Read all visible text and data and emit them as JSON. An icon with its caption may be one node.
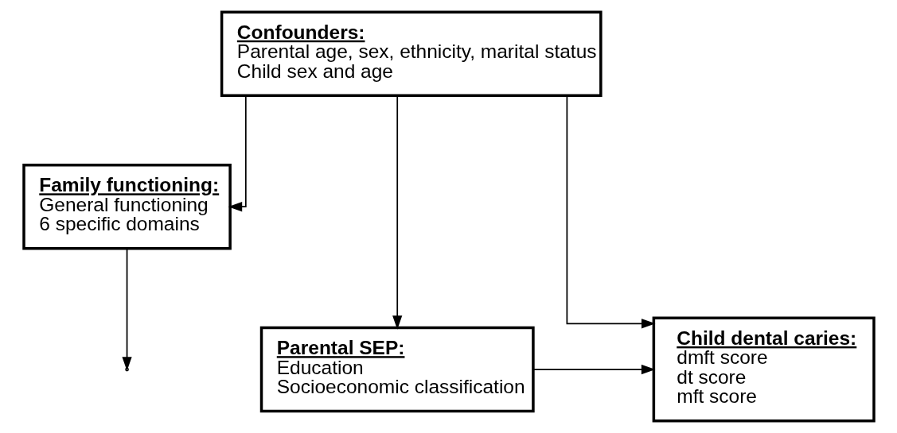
{
  "diagram": {
    "nodes": [
      {
        "text": [
          "Confounders:",
          "Parental age, sex, ethnicity, marital status",
          "Child sex and age"
        ]
      },
      {
        "text": [
          "Family functioning:",
          "General functioning",
          "6 specific domains"
        ]
      },
      {
        "text": [
          "Parental SEP:",
          "Education",
          "Socioeconomic classification"
        ]
      },
      {
        "text": [
          "Child dental caries:",
          "dmft score",
          "dt score",
          "mft score"
        ]
      }
    ],
    "edges": [
      {
        "from": 0,
        "to": 1,
        "arrow": "to"
      },
      {
        "from": 0,
        "to": 3,
        "arrow": "to"
      },
      {
        "from": 0,
        "to": 2,
        "arrow": "to"
      },
      {
        "from": 1,
        "to": null,
        "arrow": "to"
      },
      {
        "from": 2,
        "to": 3,
        "arrow": "to"
      }
    ]
  }
}
